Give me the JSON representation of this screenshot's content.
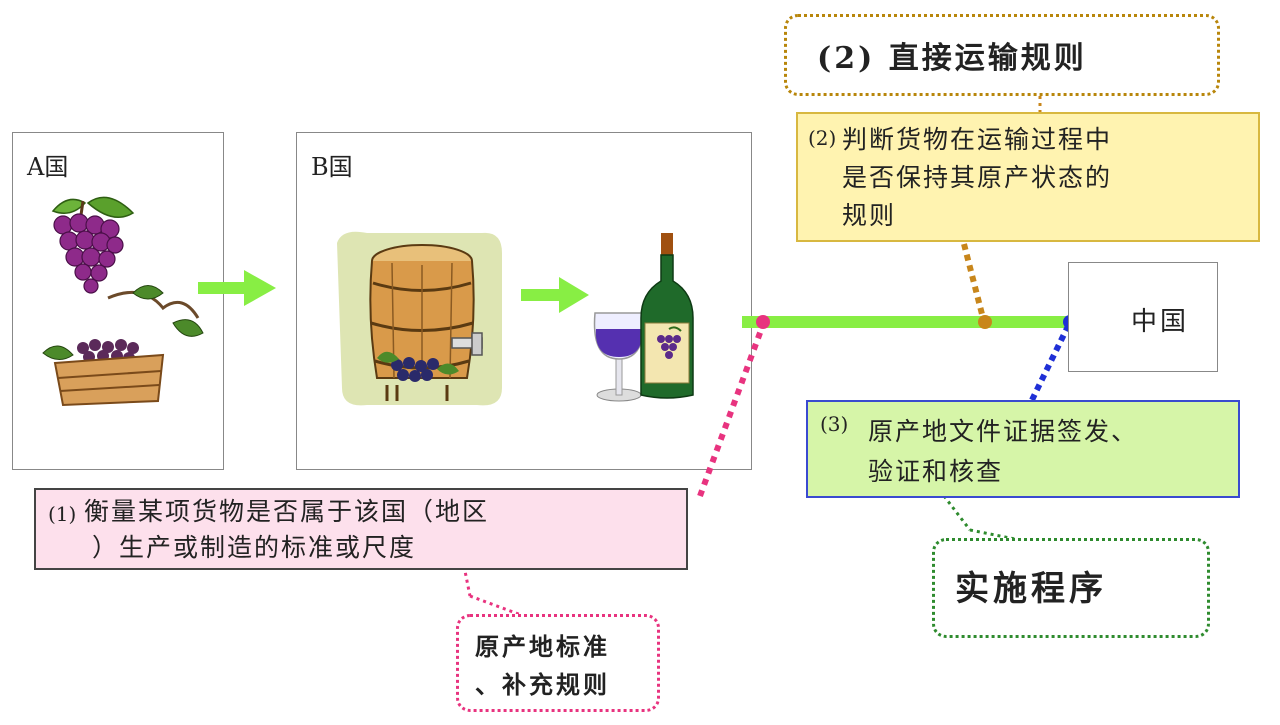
{
  "countries": {
    "a_label": "A国",
    "b_label": "B国",
    "china_label": "中国"
  },
  "direct_transport": {
    "title": "(2) 直接运输规则",
    "desc_num": "(2)",
    "desc_line1": "判断货物在运输过程中",
    "desc_line2": "是否保持其原产状态的",
    "desc_line3": "规则"
  },
  "procedures": {
    "desc_num": "(3)",
    "desc_line1": "原产地文件证据签发、",
    "desc_line2": "验证和核查",
    "title": "实施程序"
  },
  "origin_criteria": {
    "desc_num": "(1)",
    "desc_line1": "衡量某项货物是否属于该国（地区",
    "desc_line2": "）生产或制造的标准或尺度",
    "title_line1": "原产地标准",
    "title_line2": "、补充规则"
  },
  "colors": {
    "arrow_green": "#88ee44",
    "pink": "#e8337f",
    "brown": "#c8861b",
    "blue": "#1f2fd6",
    "green_dot": "#2e8b2e",
    "yellow_box": "#fff3b0",
    "green_box": "#d6f5a8",
    "pink_box": "#fde0ec"
  },
  "icons": [
    "grapes-icon",
    "grape-crate-icon",
    "wine-barrel-icon",
    "wine-glass-icon",
    "wine-bottle-icon"
  ]
}
